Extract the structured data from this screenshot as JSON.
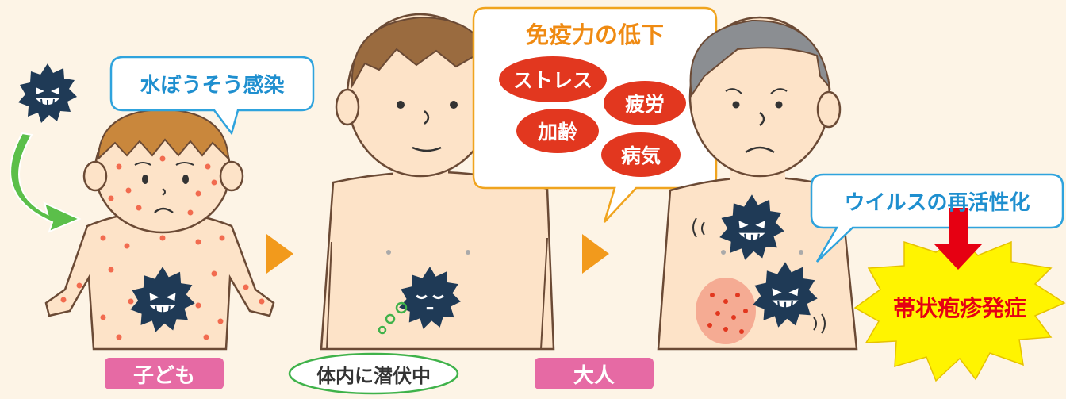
{
  "bubbles": {
    "infection": "水ぼうそう感染",
    "immunity_title": "免疫力の低下",
    "reactivation": "ウイルスの再活性化"
  },
  "factors": [
    "ストレス",
    "疲労",
    "加齢",
    "病気"
  ],
  "stages": {
    "child": "子ども",
    "latent": "体内に潜伏中",
    "adult": "大人"
  },
  "outcome": "帯状疱疹発症",
  "colors": {
    "background": "#fdf4e6",
    "bubble_border": "#2fa3dd",
    "bubble_text": "#1f8fcf",
    "immunity_border": "#f0a41e",
    "immunity_text": "#ef8a12",
    "factor_pill": "#e2371f",
    "stage_label": "#e66aa4",
    "latent_border": "#3fb24a",
    "stage_arrow": "#f29a1c",
    "outcome_star": "#fff400",
    "outcome_text": "#e60012",
    "down_arrow": "#e60012",
    "curve_arrow": "#5bbf4a",
    "virus": "#1f3a56",
    "skin": "#fde3c8",
    "hair_child": "#c9873c",
    "hair_adult": "#9a6b3f",
    "hair_elder": "#8b8e92",
    "rash": "#f26b4f"
  }
}
